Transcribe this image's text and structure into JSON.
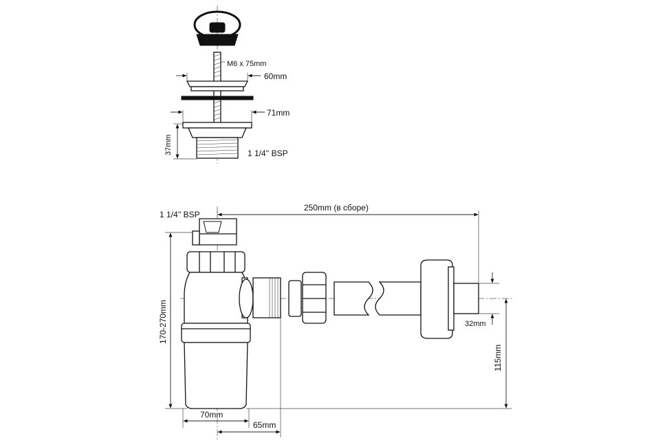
{
  "strainer": {
    "screw_label": "M6 x 75mm",
    "top_flange_label": "60mm",
    "bottom_flange_label": "71mm",
    "height_label": "37mm",
    "thread_label": "1 1/4'' BSP"
  },
  "trap": {
    "inlet_thread_label": "1 1/4'' BSP",
    "length_label": "250mm (в сборе)",
    "height_range_label": "170-270mm",
    "outlet_diameter_label": "32mm",
    "outlet_height_label": "115mm",
    "body_width_label": "70mm",
    "offset_label": "65mm"
  }
}
